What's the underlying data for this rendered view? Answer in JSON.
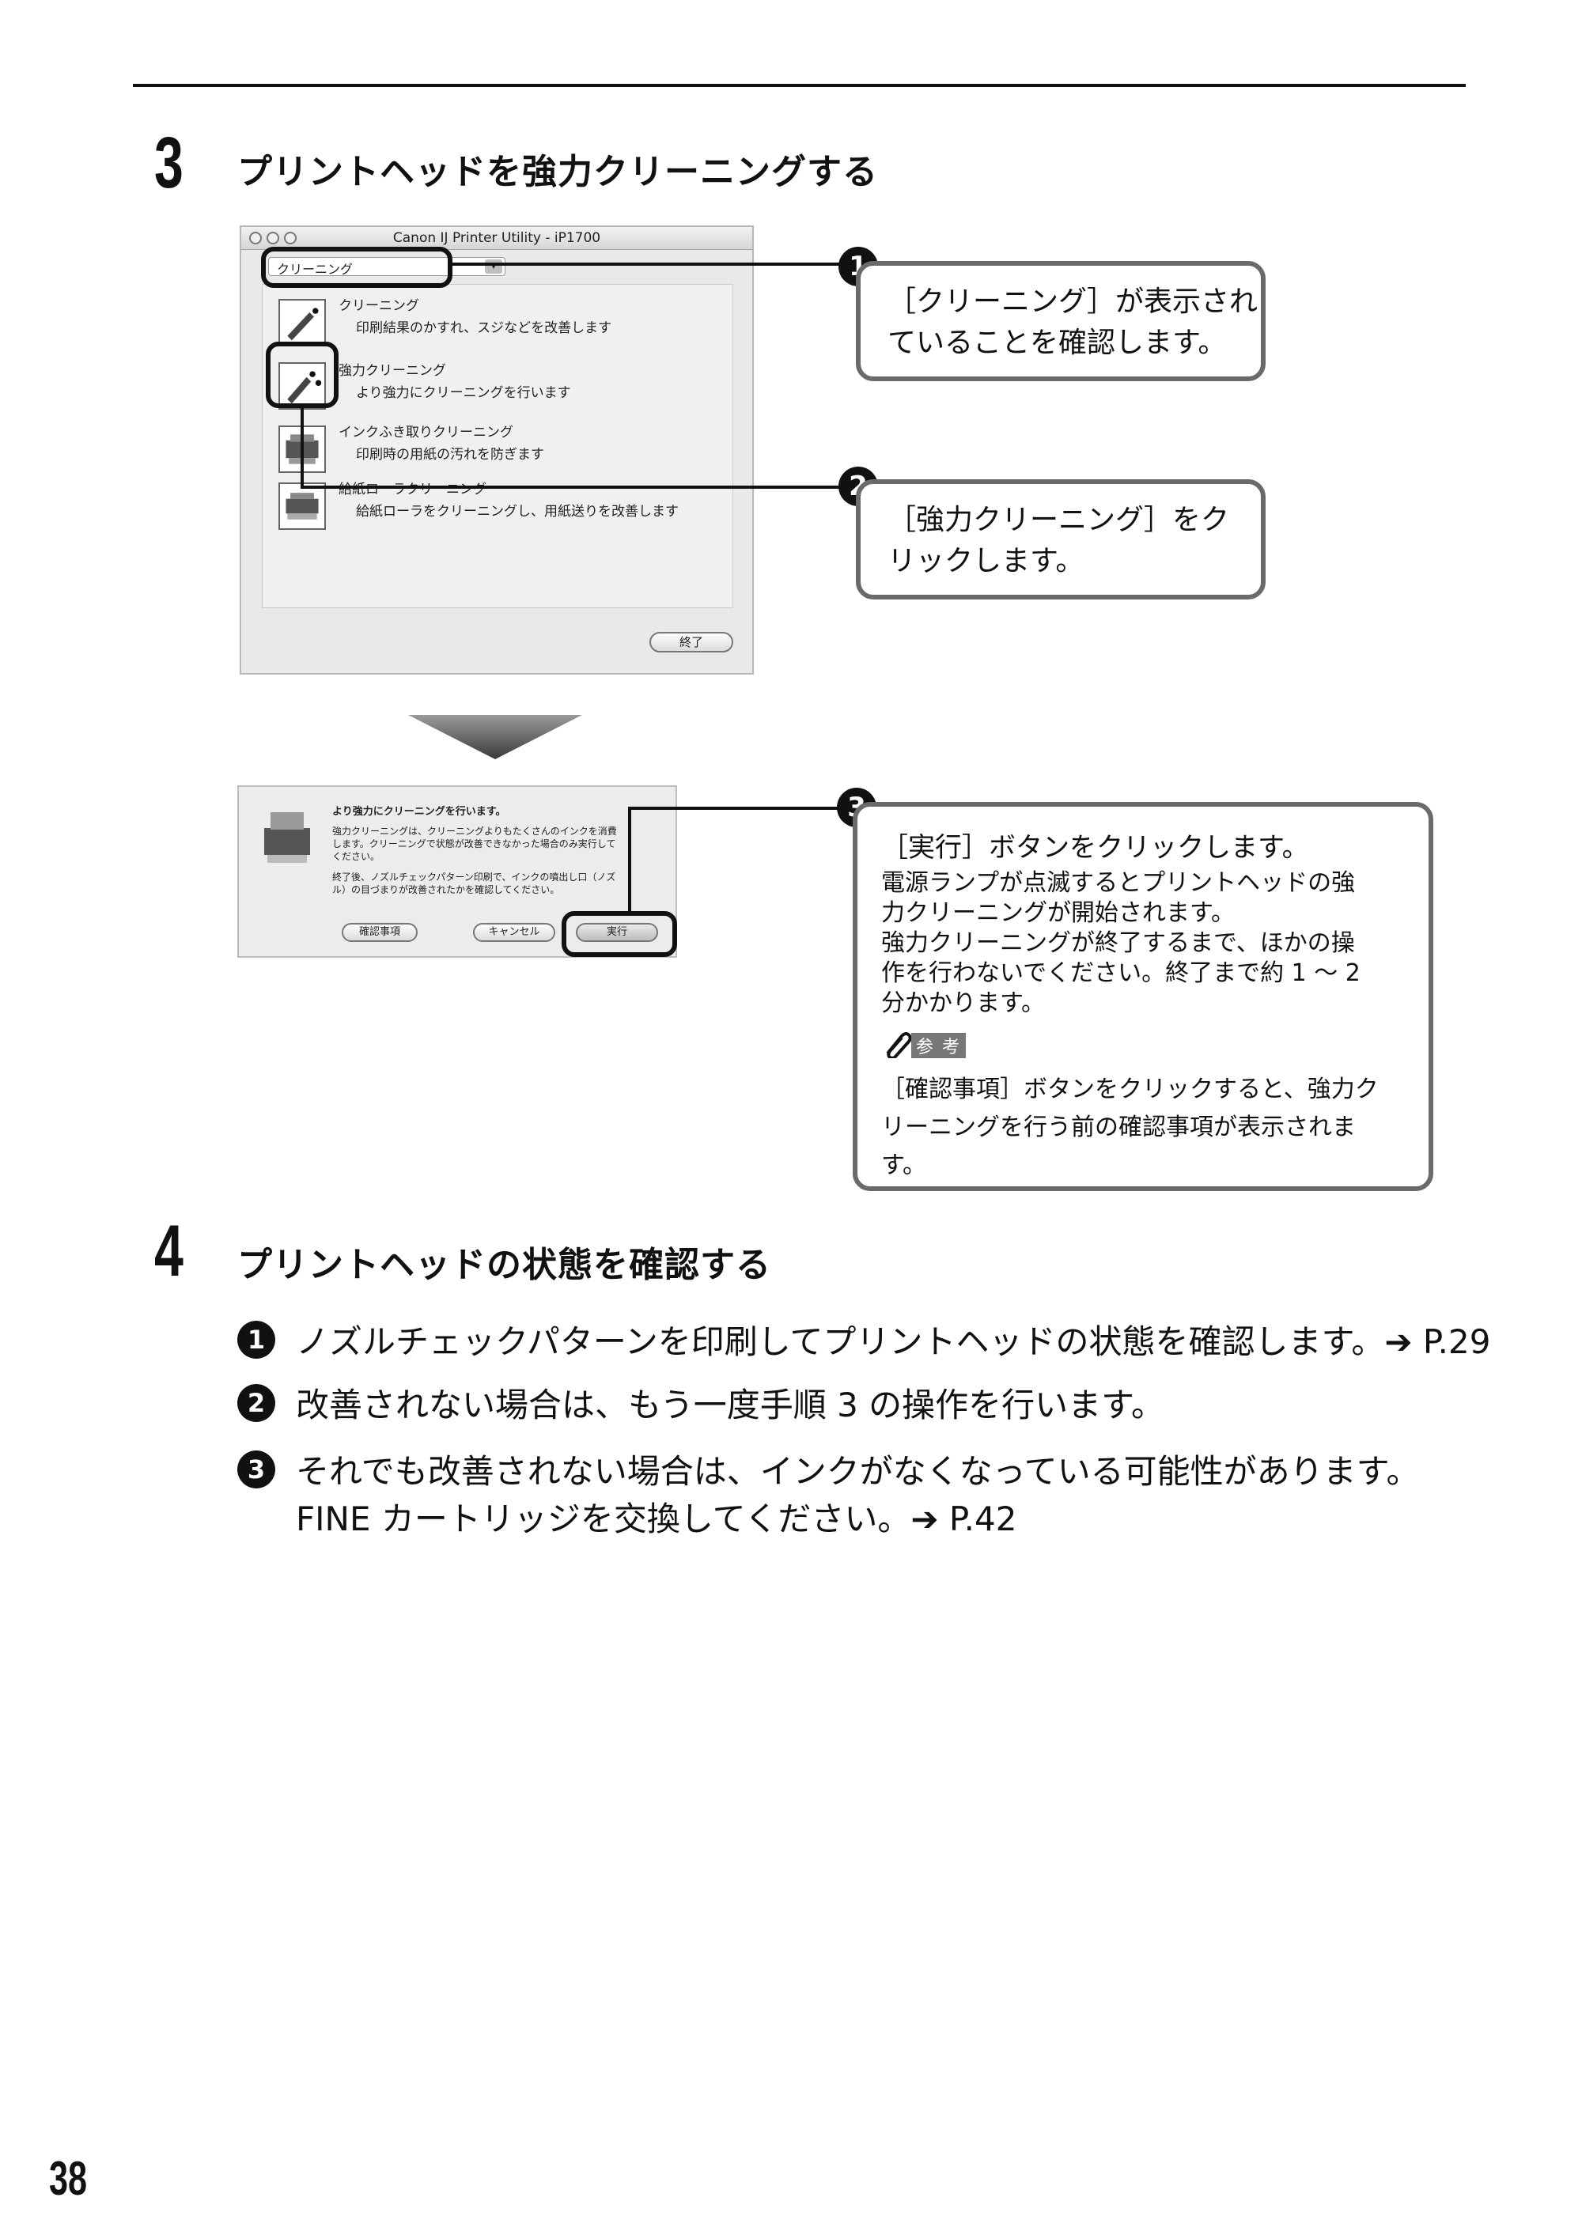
{
  "step3": {
    "number": "3",
    "title": "プリントヘッドを強力クリーニングする"
  },
  "utility_window": {
    "title": "Canon IJ Printer Utility - iP1700",
    "popup_value": "クリーニング",
    "options": [
      {
        "title": "クリーニング",
        "desc": "印刷結果のかすれ、スジなどを改善します"
      },
      {
        "title": "強力クリーニング",
        "desc": "より強力にクリーニングを行います"
      },
      {
        "title": "インクふき取りクリーニング",
        "desc": "印刷時の用紙の汚れを防ぎます"
      },
      {
        "title": "給紙ローラクリーニング",
        "desc": "給紙ローラをクリーニングし、用紙送りを改善します"
      }
    ],
    "quit_button": "終了"
  },
  "callouts": {
    "c1": {
      "badge": "1",
      "line1": "［クリーニング］が表示され",
      "line2": "ていることを確認します。"
    },
    "c2": {
      "badge": "2",
      "line1": "［強力クリーニング］をク",
      "line2": "リックします。"
    },
    "c3": {
      "badge": "3",
      "heading": "［実行］ボタンをクリックします。",
      "body1": "電源ランプが点滅するとプリントヘッドの強",
      "body2": "力クリーニングが開始されます。",
      "body3": "強力クリーニングが終了するまで、ほかの操",
      "body4": "作を行わないでください。終了まで約 1 ～ 2",
      "body5": "分かかります。",
      "note_label": "参 考",
      "note1": "［確認事項］ボタンをクリックすると、強力ク",
      "note2": "リーニングを行う前の確認事項が表示されま",
      "note3": "す。"
    }
  },
  "dialog": {
    "heading": "より強力にクリーニングを行います。",
    "p1a": "強力クリーニングは、クリーニングよりもたくさんのインクを消費",
    "p1b": "します。クリーニングで状態が改善できなかった場合のみ実行して",
    "p1c": "ください。",
    "p2a": "終了後、ノズルチェックパターン印刷で、インクの噴出し口（ノズ",
    "p2b": "ル）の目づまりが改善されたかを確認してください。",
    "btn_confirm": "確認事項",
    "btn_cancel": "キャンセル",
    "btn_run": "実行"
  },
  "step4": {
    "number": "4",
    "title": "プリントヘッドの状態を確認する",
    "items": [
      {
        "badge": "1",
        "text": "ノズルチェックパターンを印刷してプリントヘッドの状態を確認します。➔ P.29"
      },
      {
        "badge": "2",
        "text": "改善されない場合は、もう一度手順 3 の操作を行います。"
      },
      {
        "badge": "3",
        "text": "それでも改善されない場合は、インクがなくなっている可能性があります。",
        "text2": "FINE カートリッジを交換してください。➔ P.42"
      }
    ]
  },
  "page_number": "38"
}
